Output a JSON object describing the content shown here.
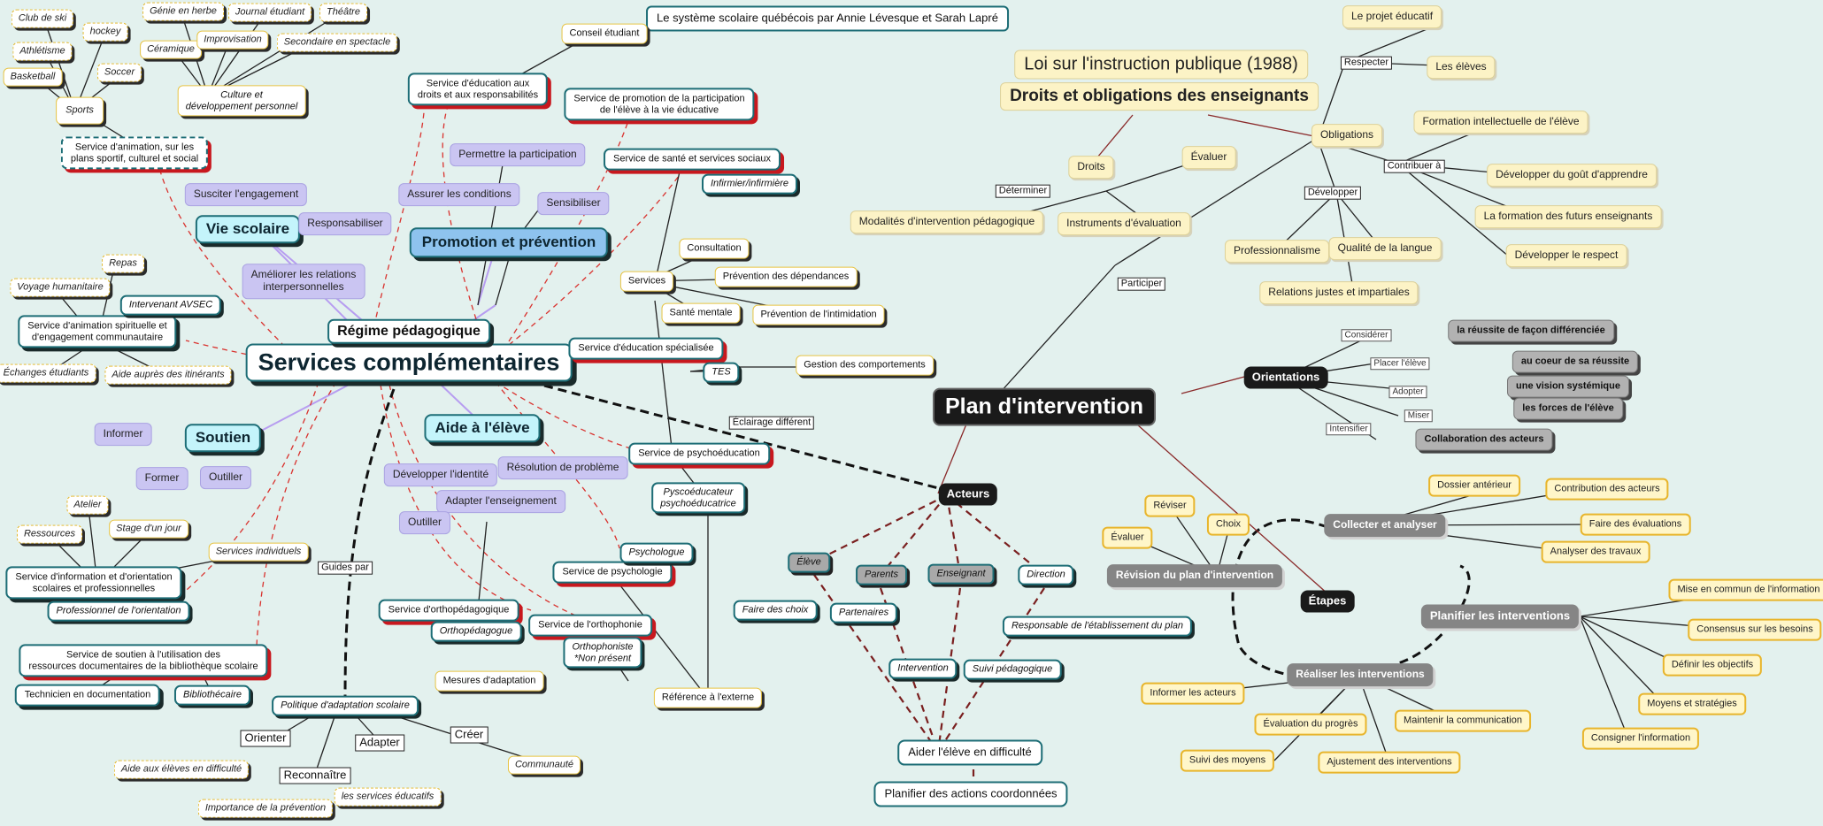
{
  "title": "Le système scolaire québécois par Annie Lévesque et Sarah Lapré",
  "left_map": {
    "center": "Services complémentaires",
    "regime": "Régime pédagogique",
    "eclairage": "Éclairage différent",
    "guides_par": "Guides par",
    "categories": {
      "vie_scolaire": "Vie scolaire",
      "promotion": "Promotion et prévention",
      "soutien": "Soutien",
      "aide_eleve": "Aide à l'élève"
    },
    "vie_scolaire_items": [
      "Susciter l'engagement",
      "Responsabiliser",
      "Améliorer les relations\ninterpersonnelles"
    ],
    "promotion_items": [
      "Permettre la participation",
      "Assurer les conditions",
      "Sensibiliser"
    ],
    "soutien_items": [
      "Informer",
      "Former",
      "Outiller"
    ],
    "aide_items": [
      "Développer l'identité",
      "Résolution de problème",
      "Adapter l'enseignement",
      "Outiller"
    ],
    "culture": {
      "service": "Service d'animation, sur les\nplans sportif, culturel et social",
      "culture_node": "Culture et\ndéveloppement personnel",
      "sports": "Sports",
      "items": [
        "Club de ski",
        "hockey",
        "Athlétisme",
        "Soccer",
        "Basketball",
        "Génie en herbe",
        "Journal étudiant",
        "Théâtre",
        "Céramique",
        "Improvisation",
        "Secondaire en spectacle"
      ]
    },
    "spirituelle": {
      "service": "Service d'animation spirituelle et\nd'engagement communautaire",
      "intervenant": "Intervenant  AVSEC",
      "items": [
        "Repas",
        "Voyage humanitaire",
        "Échanges étudiants",
        "Aide auprès des itinérants"
      ]
    },
    "orientation": {
      "service": "Service d'information et d'orientation\nscolaires et professionnelles",
      "professionnel": "Professionnel de l'orientation",
      "items": [
        "Atelier",
        "Ressources",
        "Stage d'un jour",
        "Services individuels"
      ]
    },
    "documentation": {
      "service": "Service de soutien à l'utilisation des\nressources documentaires de la bibliothèque scolaire",
      "technicien": "Technicien en documentation",
      "bibliothecaire": "Bibliothécaire"
    },
    "education_droits": "Service d'éducation aux\ndroits et aux responsabilités",
    "conseil": "Conseil étudiant",
    "participation": "Service de promotion de la participation\nde l'élève à la vie éducative",
    "sante": {
      "service": "Service de santé et services sociaux",
      "infirmier": "Infirmier/infirmière",
      "services": "Services",
      "items": [
        "Consultation",
        "Prévention des dépendances",
        "Santé mentale",
        "Prévention de l'intimidation"
      ]
    },
    "specialisee": {
      "service": "Service d'éducation spécialisée",
      "tes": "TES",
      "gestion": "Gestion des comportements"
    },
    "psychoeducation": {
      "service": "Service de psychoéducation",
      "pro": "Pyscoéducateur\npsychoéducatrice"
    },
    "psychologie": {
      "service": "Service de psychologie",
      "pro": "Psychologue"
    },
    "orthophonie": {
      "service": "Service de l'orthophonie",
      "pro": "Orthophoniste\n*Non présent"
    },
    "orthopedagogie": {
      "service": "Service d'orthopédagogique",
      "pro": "Orthopédagogue",
      "mesures": "Mesures d'adaptation"
    },
    "reference": "Référence à l'externe",
    "politique": {
      "node": "Politique d'adaptation scolaire",
      "labels": [
        "Orienter",
        "Reconnaître",
        "Adapter",
        "Créer"
      ],
      "items": [
        "Aide aux élèves en difficulté",
        "Importance de la prévention",
        "les services éducatifs",
        "Communauté"
      ]
    }
  },
  "law": {
    "title": "Loi sur l'instruction publique (1988)",
    "subtitle": "Droits et obligations des enseignants",
    "droits": "Droits",
    "droits_items": [
      "Évaluer",
      "Modalités d'intervention pédagogique",
      "Instruments d'évaluation"
    ],
    "determiner": "Déterminer",
    "obligations": "Obligations",
    "respecter": "Respecter",
    "respecter_items": [
      "Le projet éducatif",
      "Les élèves"
    ],
    "contribuer": "Contribuer à",
    "contribuer_items": [
      "Formation intellectuelle de l'élève",
      "Développer du goût d'apprendre",
      "La formation des futurs enseignants",
      "Développer le respect"
    ],
    "developper": "Développer",
    "developper_items": [
      "Professionnalisme",
      "Qualité de la langue",
      "Relations justes et impartiales"
    ],
    "participer": "Participer"
  },
  "plan": {
    "center": "Plan d'intervention",
    "orientations": "Orientations",
    "orientation_labels": [
      "Considérer",
      "Placer l'élève",
      "Adopter",
      "Miser",
      "Intensifier"
    ],
    "orientation_items": [
      "la réussite de façon différenciée",
      "au coeur de sa réussite",
      "une vision systémique",
      "les forces de l'élève",
      "Collaboration des acteurs"
    ],
    "acteurs": "Acteurs",
    "acteurs_items": [
      "Élève",
      "Parents",
      "Enseignant",
      "Direction"
    ],
    "acteurs_sub": [
      "Faire des choix",
      "Partenaires",
      "Intervention",
      "Suivi pédagogique",
      "Responsable de l'établissement du plan"
    ],
    "aider": "Aider l'élève en difficulté",
    "planifier_actions": "Planifier des actions coordonnées",
    "etapes": "Étapes",
    "collecter": "Collecter et analyser",
    "collecter_items": [
      "Dossier antérieur",
      "Contribution des acteurs",
      "Faire des évaluations",
      "Analyser des travaux"
    ],
    "planifier": "Planifier les interventions",
    "planifier_items": [
      "Mise en commun de l'information",
      "Consensus sur les besoins",
      "Définir les objectifs",
      "Moyens et stratégies",
      "Consigner l'information"
    ],
    "realiser": "Réaliser les interventions",
    "realiser_items": [
      "Informer les acteurs",
      "Évaluation du progrès",
      "Suivi des moyens",
      "Ajustement des interventions",
      "Maintenir la communication"
    ],
    "revision": "Révision du plan d'intervention",
    "revision_items": [
      "Réviser",
      "Évaluer",
      "Choix"
    ]
  },
  "colors": {
    "background": "#e3f1ee",
    "teal_border": "#1d6d76",
    "red_shadow": "#c8181e",
    "purple": "#cac5f2",
    "cyan": "#c4f4fb",
    "cream": "#fcf3c6",
    "gold_border": "#e8b52c"
  }
}
